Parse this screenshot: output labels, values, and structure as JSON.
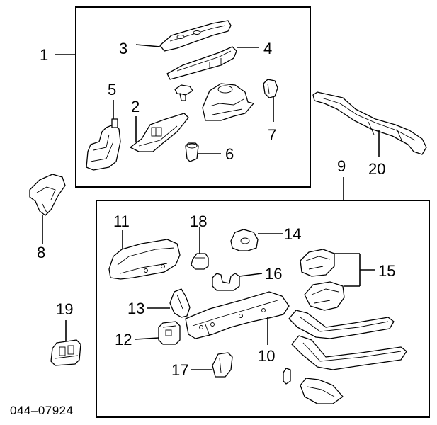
{
  "callouts": {
    "c1": "1",
    "c2": "2",
    "c3": "3",
    "c4": "4",
    "c5": "5",
    "c6": "6",
    "c7": "7",
    "c8": "8",
    "c9": "9",
    "c10": "10",
    "c11": "11",
    "c12": "12",
    "c13": "13",
    "c14": "14",
    "c15": "15",
    "c16": "16",
    "c17": "17",
    "c18": "18",
    "c19": "19",
    "c20": "20"
  },
  "diagram_code": "044–07924"
}
